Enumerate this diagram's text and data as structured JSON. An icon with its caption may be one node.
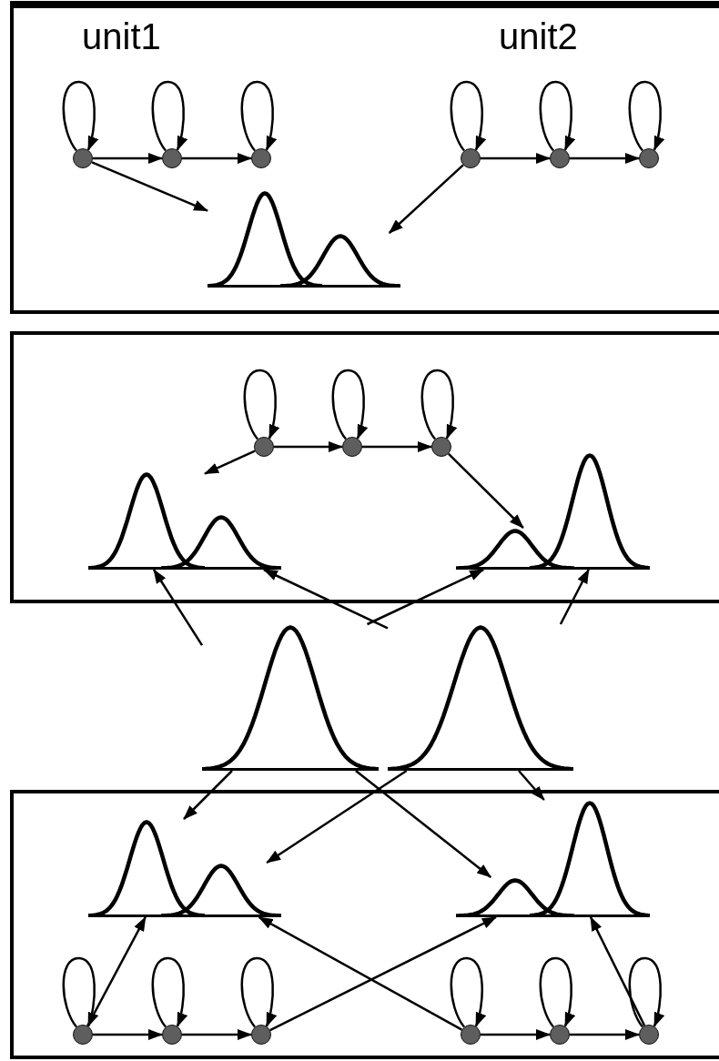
{
  "diagram": {
    "nodes": [
      {
        "text": [],
        "shape": "box"
      },
      {
        "text": [],
        "shape": "circle",
        "in": 0
      },
      {
        "text": [],
        "shape": "circle",
        "in": 0
      },
      {
        "text": [],
        "shape": "circle",
        "in": 0
      },
      {
        "text": [],
        "shape": "circle",
        "in": 0
      },
      {
        "text": [],
        "shape": "circle",
        "in": 0
      },
      {
        "text": [],
        "shape": "circle",
        "in": 0
      },
      {
        "text": [],
        "shape": "curve",
        "in": 0
      },
      {
        "text": [],
        "shape": "curve",
        "in": 0
      },
      {
        "text": [],
        "shape": "box"
      },
      {
        "text": [],
        "shape": "circle",
        "in": 9
      },
      {
        "text": [],
        "shape": "circle",
        "in": 9
      },
      {
        "text": [],
        "shape": "circle",
        "in": 9
      },
      {
        "text": [],
        "shape": "curve",
        "in": 9
      },
      {
        "text": [],
        "shape": "curve",
        "in": 9
      },
      {
        "text": [],
        "shape": "curve",
        "in": 9
      },
      {
        "text": [],
        "shape": "curve",
        "in": 9
      },
      {
        "text": [],
        "shape": "curve"
      },
      {
        "text": [],
        "shape": "curve"
      },
      {
        "text": [],
        "shape": "box"
      },
      {
        "text": [],
        "shape": "curve",
        "in": 19
      },
      {
        "text": [],
        "shape": "curve",
        "in": 19
      },
      {
        "text": [],
        "shape": "curve",
        "in": 19
      },
      {
        "text": [],
        "shape": "curve",
        "in": 19
      },
      {
        "text": [],
        "shape": "circle",
        "in": 19
      },
      {
        "text": [],
        "shape": "circle",
        "in": 19
      },
      {
        "text": [],
        "shape": "circle",
        "in": 19
      },
      {
        "text": [],
        "shape": "circle",
        "in": 19
      },
      {
        "text": [],
        "shape": "circle",
        "in": 19
      },
      {
        "text": [],
        "shape": "circle",
        "in": 19
      }
    ],
    "edges": [
      {
        "from": 1,
        "to": 1,
        "arrow": "to"
      },
      {
        "from": 2,
        "to": 2,
        "arrow": "to"
      },
      {
        "from": 3,
        "to": 3,
        "arrow": "to"
      },
      {
        "from": 4,
        "to": 4,
        "arrow": "to"
      },
      {
        "from": 5,
        "to": 5,
        "arrow": "to"
      },
      {
        "from": 6,
        "to": 6,
        "arrow": "to"
      },
      {
        "from": 1,
        "to": 2,
        "arrow": "to"
      },
      {
        "from": 2,
        "to": 3,
        "arrow": "to"
      },
      {
        "from": 4,
        "to": 5,
        "arrow": "to"
      },
      {
        "from": 5,
        "to": 6,
        "arrow": "to"
      },
      {
        "from": 1,
        "to": 7,
        "arrow": "to"
      },
      {
        "from": 4,
        "to": 8,
        "arrow": "to"
      },
      {
        "from": 10,
        "to": 10,
        "arrow": "to"
      },
      {
        "from": 11,
        "to": 11,
        "arrow": "to"
      },
      {
        "from": 12,
        "to": 12,
        "arrow": "to"
      },
      {
        "from": 10,
        "to": 11,
        "arrow": "to"
      },
      {
        "from": 11,
        "to": 12,
        "arrow": "to"
      },
      {
        "from": 10,
        "to": 13,
        "arrow": "to"
      },
      {
        "from": 12,
        "to": 15,
        "arrow": "to"
      },
      {
        "from": 17,
        "to": 13,
        "arrow": "to"
      },
      {
        "from": 18,
        "to": 14,
        "arrow": "to"
      },
      {
        "from": 17,
        "to": 15,
        "arrow": "to"
      },
      {
        "from": 18,
        "to": 16,
        "arrow": "to"
      },
      {
        "from": 17,
        "to": 20,
        "arrow": "to"
      },
      {
        "from": 18,
        "to": 21,
        "arrow": "to"
      },
      {
        "from": 17,
        "to": 22,
        "arrow": "to"
      },
      {
        "from": 18,
        "to": 23,
        "arrow": "to"
      },
      {
        "from": 24,
        "to": 24,
        "arrow": "to"
      },
      {
        "from": 25,
        "to": 25,
        "arrow": "to"
      },
      {
        "from": 26,
        "to": 26,
        "arrow": "to"
      },
      {
        "from": 27,
        "to": 27,
        "arrow": "to"
      },
      {
        "from": 28,
        "to": 28,
        "arrow": "to"
      },
      {
        "from": 29,
        "to": 29,
        "arrow": "to"
      },
      {
        "from": 24,
        "to": 25,
        "arrow": "to"
      },
      {
        "from": 25,
        "to": 26,
        "arrow": "to"
      },
      {
        "from": 27,
        "to": 28,
        "arrow": "to"
      },
      {
        "from": 28,
        "to": 29,
        "arrow": "to"
      },
      {
        "from": 24,
        "to": 20,
        "arrow": "to"
      },
      {
        "from": 26,
        "to": 22,
        "arrow": "to"
      },
      {
        "from": 27,
        "to": 21,
        "arrow": "to"
      },
      {
        "from": 29,
        "to": 23,
        "arrow": "to"
      }
    ],
    "labels": [
      "unit1",
      "unit2"
    ]
  }
}
